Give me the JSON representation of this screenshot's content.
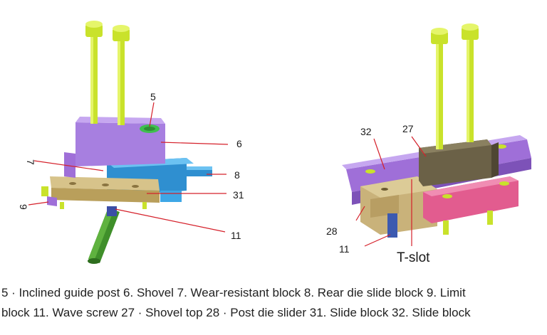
{
  "left_assembly": {
    "labels": [
      "5",
      "6",
      "7",
      "8",
      "31",
      "9",
      "11"
    ]
  },
  "right_assembly": {
    "labels": [
      "32",
      "27",
      "28",
      "11",
      "T-slot"
    ]
  },
  "caption": {
    "line1": "5 · Inclined guide post 6. Shovel 7. Wear-resistant block 8. Rear die slide block 9. Limit",
    "line2": "block 11. Wave screw 27 · Shovel top 28 · Post die slider 31. Slide block 32. Slide block"
  },
  "colors": {
    "bolt": "#c9e22b",
    "shovel": "#a77fe0",
    "slide_block": "#c9b27a",
    "rear_slide": "#3ea7e6",
    "guide_post": "#3f8f2a",
    "shovel_top": "#6b6147",
    "slide_block_pink": "#e25c8f",
    "leader": "#d5202a"
  }
}
